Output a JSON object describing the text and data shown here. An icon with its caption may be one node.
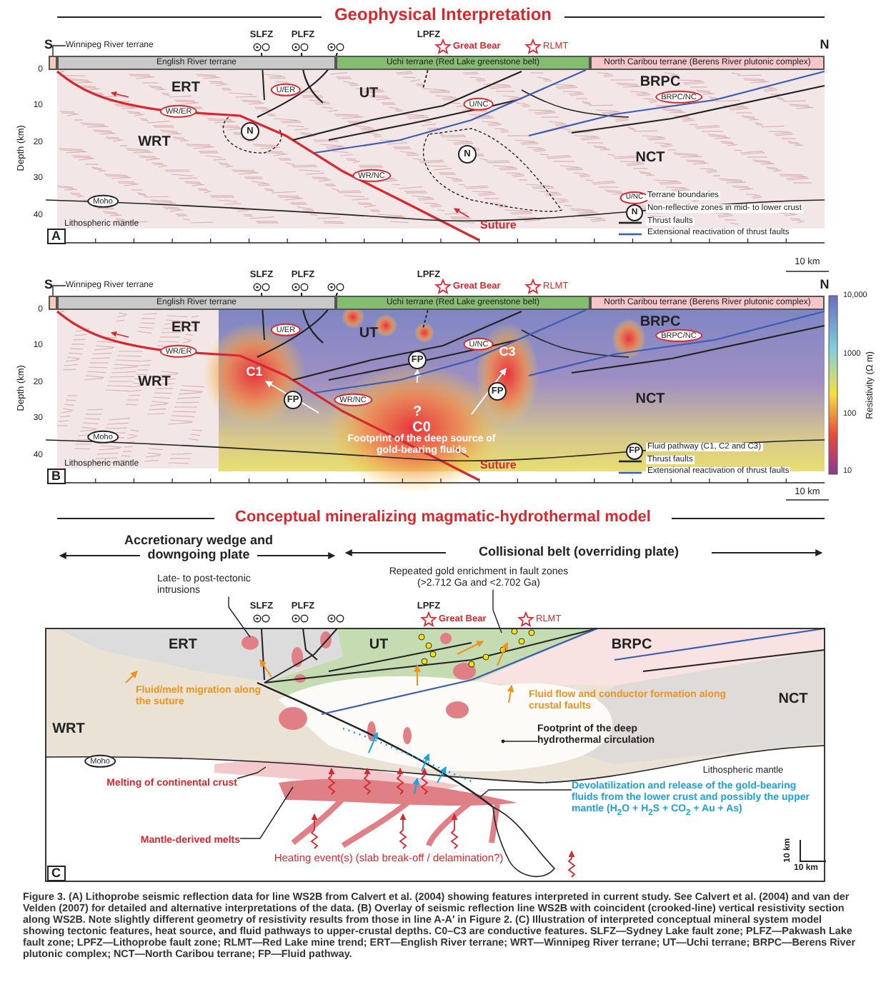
{
  "diagram": {
    "caption": "Figure 3. (A) Lithoprobe seismic reflection data for line WS2B from Calvert et al. (2004) showing features interpreted in current study. See Calvert et al. (2004) and van der Velden (2007) for detailed and alternative interpretations of the data. (B) Overlay of seismic reflection line WS2B with coincident (crooked-line) vertical resistivity section along WS2B. Note slightly different geometry of resistivity results from those in line A-A′ in Figure 2. (C) Illustration of interpreted conceptual mineral system model showing tectonic features, heat source, and fluid pathways to upper-crustal depths. C0–C3 are conductive features. SLFZ—Sydney Lake fault zone; PLFZ—Pakwash Lake fault zone; LPFZ—Lithoprobe fault zone; RLMT—Red Lake mine trend; ERT—English River terrane; WRT—Winnipeg River terrane; UT—Uchi terrane; BRPC—Berens River plutonic complex; NCT—North Caribou terrane; FP—Fluid pathway.",
    "nodes": [
      {
        "text": [
          "Winnipeg River terrane"
        ]
      },
      {
        "text": [
          "English River terrane"
        ]
      },
      {
        "text": [
          "Uchi terrane (Red Lake greenstone belt)"
        ]
      },
      {
        "text": [
          "North Caribou terrane (Berens River plutonic complex)"
        ]
      },
      {
        "text": [
          "U/ER"
        ]
      },
      {
        "text": [
          "WR/ER"
        ]
      },
      {
        "text": [
          "U/NC"
        ]
      },
      {
        "text": [
          "BRPC/NC"
        ]
      },
      {
        "text": [
          "N"
        ]
      },
      {
        "text": [
          "N"
        ]
      },
      {
        "text": [
          "WR/NC"
        ]
      },
      {
        "text": [
          "Moho"
        ]
      },
      {
        "text": [
          "Winnipeg River terrane"
        ]
      },
      {
        "text": [
          "English River terrane"
        ]
      },
      {
        "text": [
          "Uchi terrane (Red Lake greenstone belt)"
        ]
      },
      {
        "text": [
          "North Caribou terrane (Berens River plutonic complex)"
        ]
      },
      {
        "text": [
          "U/ER"
        ]
      },
      {
        "text": [
          "WR/ER"
        ]
      },
      {
        "text": [
          "U/NC"
        ]
      },
      {
        "text": [
          "BRPC/NC"
        ]
      },
      {
        "text": [
          "FP"
        ]
      },
      {
        "text": [
          "FP"
        ]
      },
      {
        "text": [
          "FP"
        ]
      },
      {
        "text": [
          "WR/NC"
        ]
      },
      {
        "text": [
          "Moho"
        ]
      },
      {
        "text": [
          "Late- to post-tectonic intrusions"
        ]
      },
      {
        "text": [
          "Repeated gold enrichment in fault zones (>2.712 Ga and <2.702 Ga)"
        ]
      },
      {
        "text": [
          "Moho"
        ]
      },
      {
        "text": [
          "Footprint of the deep hydrothermal circulation"
        ]
      },
      {
        "text": [
          "Melting of continental crust"
        ]
      },
      {
        "text": [
          "Devolatilization and release of the gold-bearing fluids from the lower crust and possibly the upper mantle (H$_{2}$O + H$_{2}$S + CO$_{2}$ + Au + As)"
        ]
      },
      {
        "text": [
          "Mantle-derived melts"
        ]
      },
      {
        "text": [],
        "shape": "bar"
      },
      {
        "text": [],
        "shape": "bar"
      }
    ],
    "edges": [
      {
        "from": 0,
        "to": 32,
        "arrow": "none"
      },
      {
        "from": 12,
        "to": 33,
        "arrow": "none"
      },
      {
        "from": 25,
        "to": null,
        "arrow": "none"
      },
      {
        "from": 26,
        "to": null,
        "arrow": "none"
      },
      {
        "from": 28,
        "to": null,
        "arrow": "other"
      },
      {
        "from": 29,
        "to": null,
        "arrow": "none"
      },
      {
        "from": 30,
        "to": null,
        "arrow": "none"
      },
      {
        "from": 31,
        "to": null,
        "arrow": "none"
      }
    ],
    "labels": [
      "Geophysical Interpretation",
      "S",
      "SLFZ",
      "PLFZ",
      "LPFZ",
      "Great Bear",
      "RLMT",
      "N",
      "0",
      "10",
      "20",
      "30",
      "40",
      "Depth (km)",
      "ERT",
      "UT",
      "BRPC",
      "WRT",
      "NCT",
      "Lithospheric mantle",
      "Suture",
      "U/NC",
      "N",
      "A",
      "10 km",
      "S",
      "SLFZ",
      "PLFZ",
      "LPFZ",
      "Great Bear",
      "RLMT",
      "N",
      "0",
      "10",
      "20",
      "30",
      "40",
      "Depth (km)",
      "ERT",
      "UT",
      "BRPC",
      "WRT",
      "C1",
      "C3",
      "?",
      "NCT",
      "C0",
      "Footprint of the deep source of gold-bearing fluids",
      "Lithospheric mantle",
      "Suture",
      "FP",
      "B",
      "10 km",
      "10,000",
      "1000",
      "100",
      "10",
      "Resistivity (Ω m)",
      "Conceptual mineralizing magmatic-hydrothermal model",
      "Accretionary wedge and downgoing plate",
      "Collisional belt (overriding plate)",
      "SLFZ",
      "PLFZ",
      "LPFZ",
      "Great Bear",
      "RLMT",
      "ERT",
      "UT",
      "BRPC",
      "Fluid/melt migration along the suture",
      "NCT",
      "Fluid flow and conductor formation along crustal faults",
      "WRT",
      "Lithospheric mantle",
      "Heating event(s) (slab break-off / delamination?)",
      "10 km",
      "C",
      "10 km"
    ],
    "legend": [
      {
        "text": "Terrane boundaries"
      },
      {
        "text": "Non-reflective zones in mid- to lower crust"
      },
      {
        "text": "Thrust faults"
      },
      {
        "text": "Extensional reactivation of thrust faults"
      },
      {
        "text": "Fluid pathway (C1, C2 and C3)"
      },
      {
        "text": "Thrust faults"
      },
      {
        "text": "Extensional reactivation of thrust faults"
      }
    ]
  }
}
